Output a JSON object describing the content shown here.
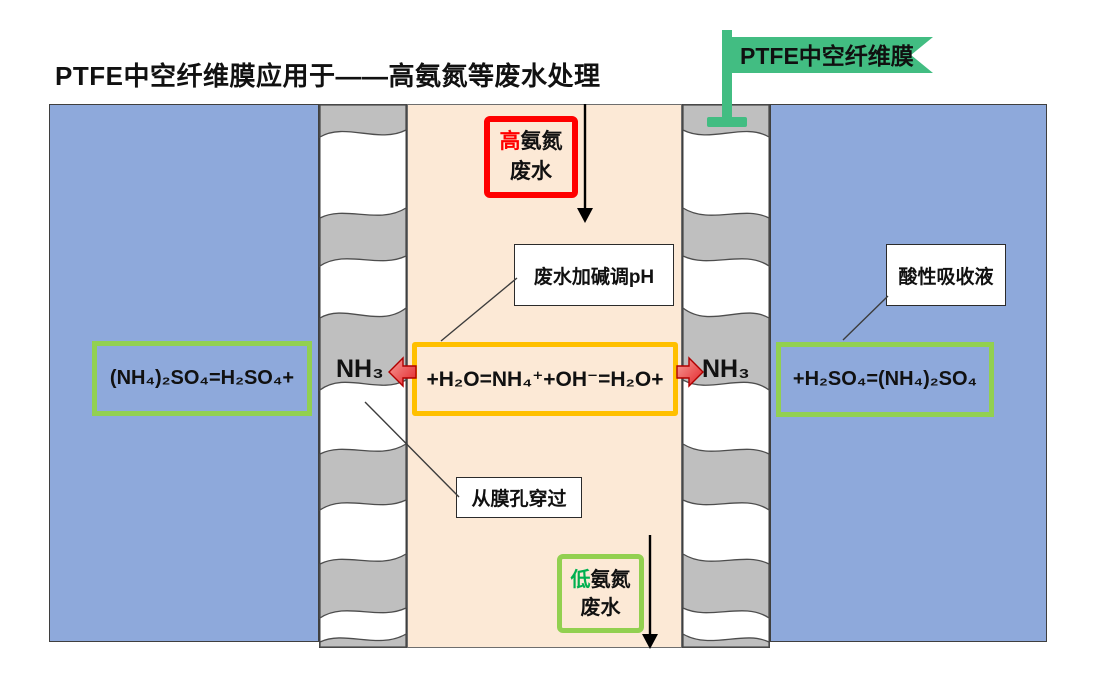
{
  "title": "PTFE中空纤维膜应用于——高氨氮等废水处理",
  "flag": {
    "label": "PTFE中空纤维膜"
  },
  "influent": {
    "highlight": "高",
    "rest": "氨氮",
    "line2": "废水"
  },
  "effluent": {
    "highlight": "低",
    "rest": "氨氮",
    "line2": "废水"
  },
  "equations": {
    "center": "+H₂O=NH₄⁺+OH⁻=H₂O+",
    "left": "(NH₄)₂SO₄=H₂SO₄+",
    "right": "+H₂SO₄=(NH₄)₂SO₄"
  },
  "membrane": {
    "left_nh3": "NH₃",
    "right_nh3": "NH₃"
  },
  "callouts": {
    "ph": "废水加碱调pH",
    "acid": "酸性吸收液",
    "pore": "从膜孔穿过"
  },
  "colors": {
    "panel_blue": "#8EA9DB",
    "center_beige": "#FCE9D6",
    "membrane_gray": "#BFBFBF",
    "flag_green": "#42BD82",
    "box_green_border": "#92D050",
    "box_orange_border": "#FFC000",
    "box_red_border": "#FF0000",
    "low_text_green": "#00B050",
    "arrow_red": "#E32227"
  }
}
